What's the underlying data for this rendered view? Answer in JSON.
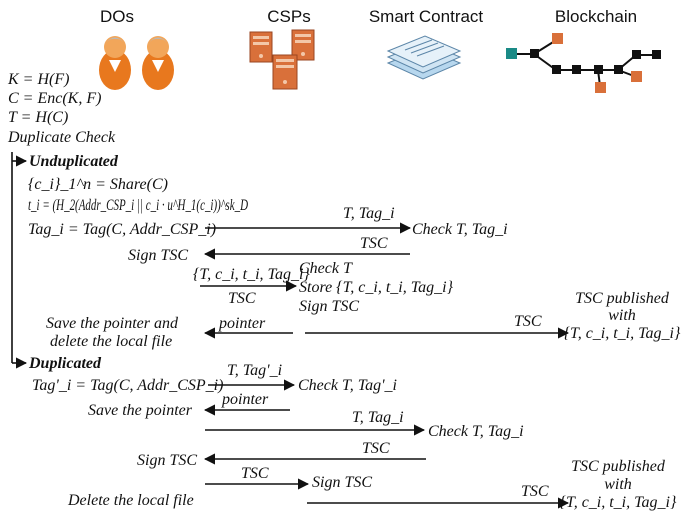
{
  "header": {
    "dos": "DOs",
    "csps": "CSPs",
    "smart_contract": "Smart Contract",
    "blockchain": "Blockchain"
  },
  "icons": {
    "dos": "user-pair-icon",
    "csps": "server-stack-icon",
    "smart_contract": "document-stack-icon",
    "blockchain": "blockchain-chain-icon"
  },
  "colors": {
    "person_skin": "#f2a65a",
    "person_shirt": "#e8781e",
    "person_hair": "#b9b9b9",
    "server": "#d9703a",
    "doc": "#9ec9e8",
    "chain_node": "#111111",
    "chain_teal": "#1a8a86",
    "chain_orange": "#d9703a"
  },
  "setup": {
    "key": "K = H(F)",
    "cipher": "C = Enc(K, F)",
    "tag": "T = H(C)",
    "check": "Duplicate Check"
  },
  "unduplicated": {
    "heading": "Unduplicated",
    "share": "{c_i}_1^n = Share(C)",
    "t_i": "t_i = (H_2(Addr_CSP_i || c_i · u^H_1(c_i))^sk_D",
    "tag_i": "Tag_i = Tag(C, Addr_CSP_i)",
    "msg1": "T, Tag_i",
    "check1": "Check T, Tag_i",
    "msg_tsc1": "TSC",
    "sign1": "Sign TSC",
    "msg2": "{T, c_i, t_i, Tag_i}",
    "msg_tsc2": "TSC",
    "check_t": "Check T",
    "store": "Store {T, c_i, t_i, Tag_i}",
    "sign2": "Sign TSC",
    "save_line1": "Save the pointer and",
    "save_line2": "delete the local file",
    "pointer": "pointer",
    "msg_tsc3": "TSC",
    "published_line1": "TSC published",
    "published_line2": "with",
    "published_line3": "{T, c_i, t_i, Tag_i}"
  },
  "duplicated": {
    "heading": "Duplicated",
    "tag_i": "Tag'_i = Tag(C, Addr_CSP_i)",
    "msg1": "T, Tag'_i",
    "check1": "Check T, Tag'_i",
    "save_pointer": "Save the pointer",
    "pointer": "pointer",
    "msg2": "T, Tag_i",
    "check2": "Check T, Tag_i",
    "msg_tsc1": "TSC",
    "sign1": "Sign TSC",
    "msg_tsc2": "TSC",
    "sign2": "Sign TSC",
    "delete": "Delete the local file",
    "msg_tsc3": "TSC",
    "published_line1": "TSC published",
    "published_line2": "with",
    "published_line3": "{T, c_i, t_i, Tag_i}"
  }
}
